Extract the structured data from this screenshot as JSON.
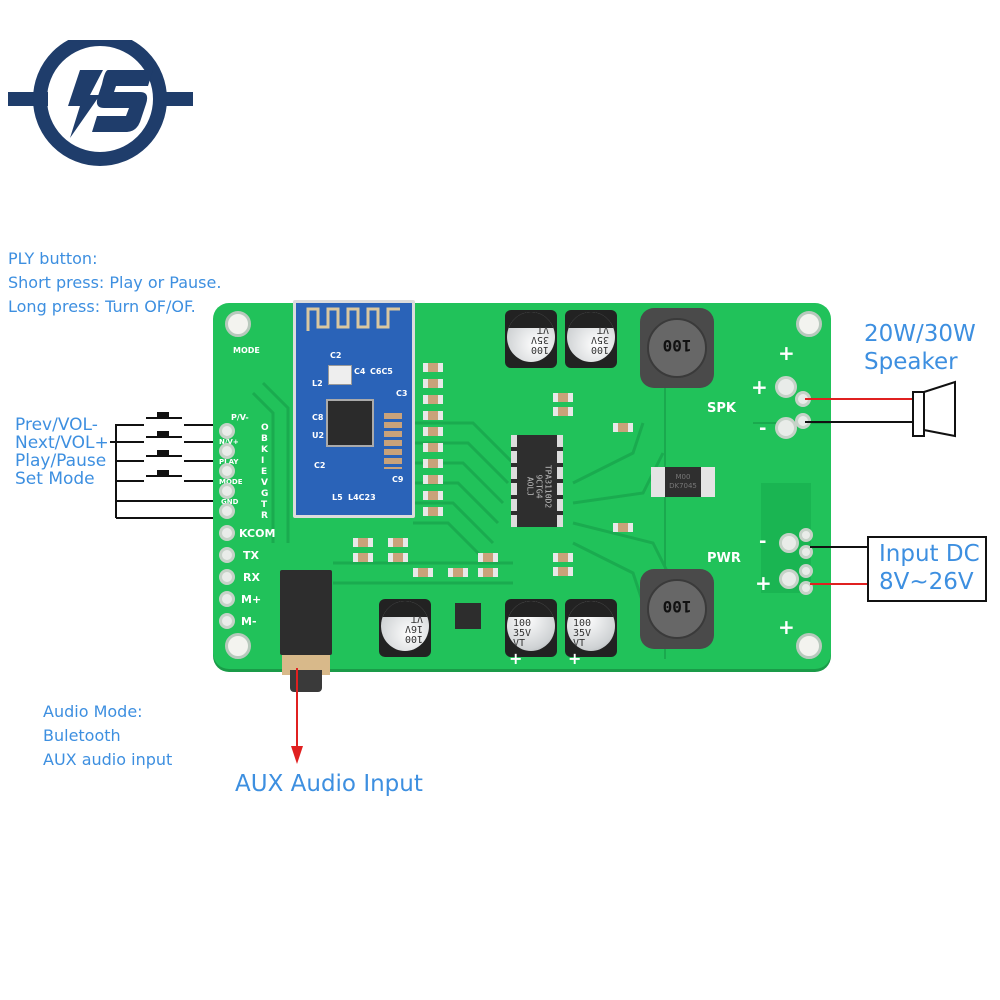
{
  "logo": {
    "name": "brand-logo",
    "glyph": "⚡S",
    "color": "#1f3d6b"
  },
  "notes": {
    "ply_button": [
      "PLY button:",
      "Short press: Play or Pause.",
      "Long press: Turn OF/OF."
    ],
    "audio_mode": [
      "Audio Mode:",
      "Buletooth",
      "AUX audio input"
    ]
  },
  "buttons": [
    "Prev/VOL-",
    "Next/VOL+",
    "Play/Pause",
    "Set Mode"
  ],
  "callouts": {
    "speaker": [
      "20W/30W",
      "Speaker"
    ],
    "input_dc": [
      "Input DC",
      "8V~26V"
    ],
    "aux": "AUX Audio Input"
  },
  "board": {
    "color": "#21c25a",
    "pin_labels_left": [
      "MODE",
      "P/V-",
      "N/V+",
      "PLAY",
      "MODE",
      "GND",
      "KCOM",
      "TX",
      "RX",
      "M+",
      "M-"
    ],
    "vertical_text": [
      "O",
      "B",
      "K",
      "I",
      "E",
      "V",
      "G",
      "T",
      "R"
    ],
    "chip": [
      "TPA3110D2",
      "9CTG4",
      "AOLJ"
    ],
    "diode": [
      "M00",
      "DK7045"
    ],
    "capacitors": {
      "large": [
        "100",
        "35V",
        "VT"
      ],
      "small": [
        "100",
        "16V",
        "VT"
      ]
    },
    "inductor_label": "100",
    "silkscreen": {
      "spk": "SPK",
      "pwr": "PWR",
      "plus": "+",
      "minus": "-"
    },
    "bt_module": {
      "labels": [
        "C2",
        "C4",
        "C6C5",
        "L2",
        "C8",
        "U2",
        "C2",
        "L5",
        "L4C23",
        "C9",
        "C3"
      ],
      "color": "#2a63b8"
    }
  },
  "colors": {
    "text_blue": "#3d8fe0",
    "wire_red": "#e02020",
    "wire_black": "#111111"
  }
}
